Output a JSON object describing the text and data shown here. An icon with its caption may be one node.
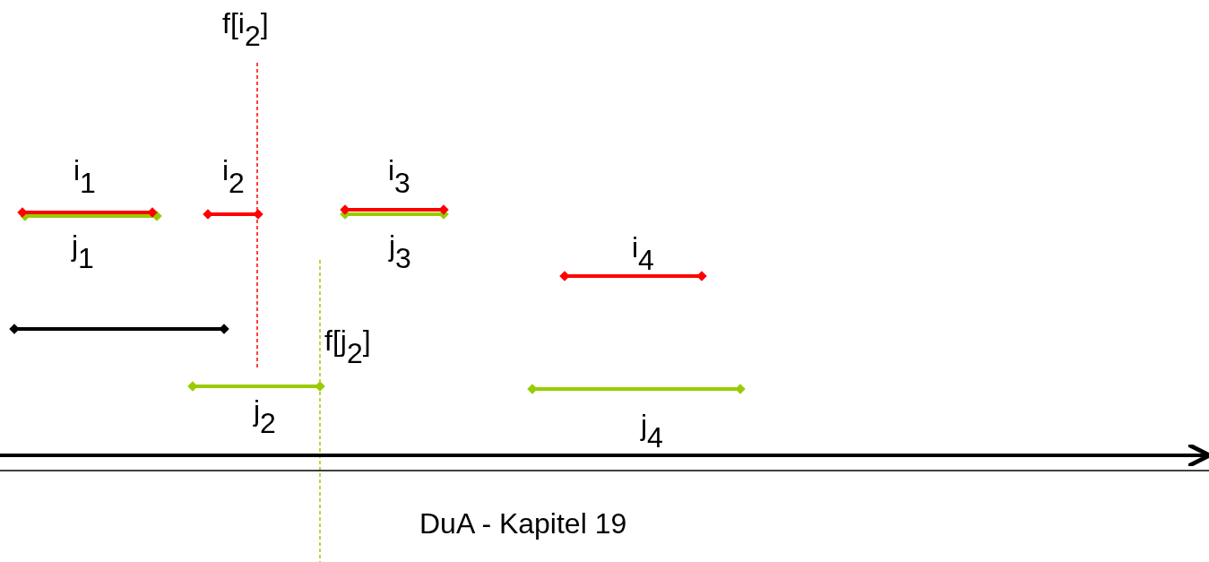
{
  "diagram": {
    "caption": "DuA - Kapitel 19",
    "labels": [
      "f[i$_{2}$]",
      "i$_{1}$",
      "i$_{2}$",
      "i$_{3}$",
      "j$_{1}$",
      "j$_{3}$",
      "i$_{4}$",
      "f[j$_{2}$]",
      "j$_{2}$",
      "j$_{4}$"
    ]
  }
}
